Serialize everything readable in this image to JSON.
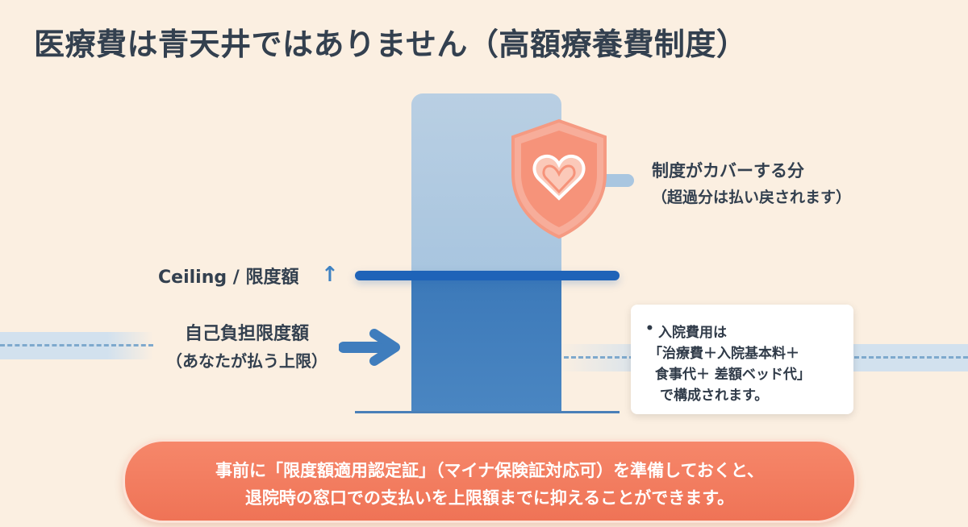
{
  "title": "医療費は青天井ではありません（高額療養費制度）",
  "diagram": {
    "covered_label": "制度がカバーする分",
    "covered_sub": "（超過分は払い戻されます）",
    "ceiling_label": "Ceiling / 限度額",
    "ceiling_arrow": "↑",
    "limit_label": "自己負担限度額",
    "limit_sub": "（あなたが払う上限）"
  },
  "note": {
    "bullet": "•",
    "lines": [
      "入院費用は",
      "「治療費＋入院基本料＋",
      "食事代＋ 差額ベッド代」",
      "で構成されます。"
    ]
  },
  "banner": {
    "line1": "事前に「限度額適用認定証」（マイナ保険証対応可）を準備しておくと、",
    "line2": "退院時の窓口での支払いを上限額までに抑えることができます。"
  },
  "icons": {
    "shield": "shield-heart-icon",
    "up": "arrow-up-icon",
    "right": "arrow-right-icon"
  },
  "colors": {
    "background": "#fbefe1",
    "column_top": "#b0cae1",
    "column_bottom": "#3f7dbd",
    "ceiling_line": "#1f63b8",
    "shield": "#f5a48f",
    "banner": "#f27b5e"
  }
}
